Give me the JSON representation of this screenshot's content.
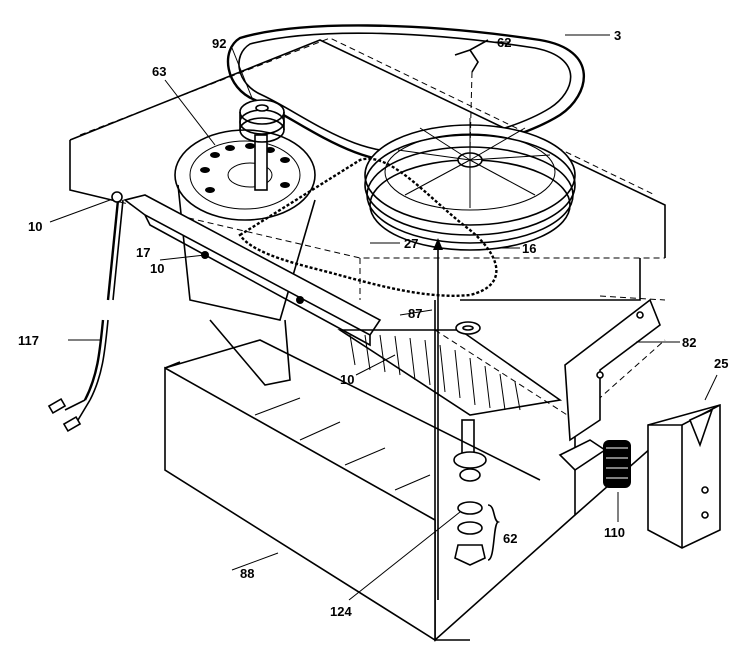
{
  "diagram": {
    "callouts": {
      "c3": "3",
      "c62_top": "62",
      "c92": "92",
      "c63": "63",
      "c10_left": "10",
      "c17": "17",
      "c10_mid": "10",
      "c27": "27",
      "c16": "16",
      "c87": "87",
      "c82": "82",
      "c25": "25",
      "c117": "117",
      "c10_low": "10",
      "c110": "110",
      "c62_bottom": "62",
      "c88": "88",
      "c124": "124"
    }
  }
}
